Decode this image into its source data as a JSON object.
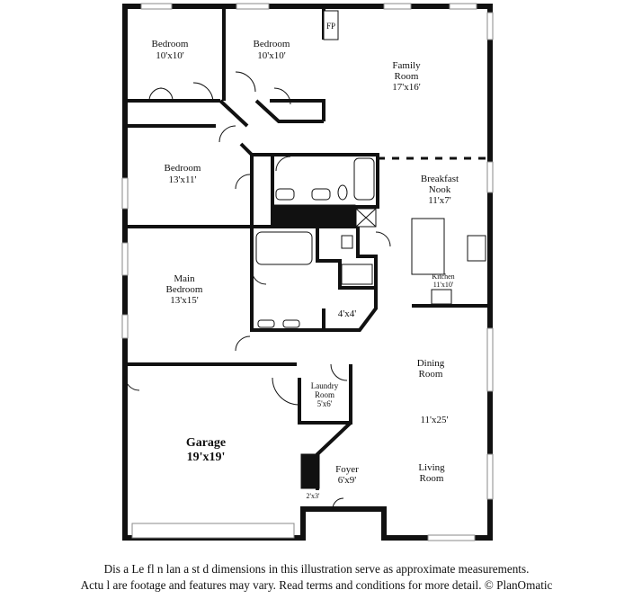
{
  "rooms": {
    "bedroom_1": {
      "name": "Bedroom",
      "dim": "10'x10'"
    },
    "bedroom_2": {
      "name": "Bedroom",
      "dim": "10'x10'"
    },
    "family_room": {
      "name_1": "Family",
      "name_2": "Room",
      "dim": "17'x16'"
    },
    "fireplace": {
      "label": "FP"
    },
    "bedroom_3": {
      "name": "Bedroom",
      "dim": "13'x11'"
    },
    "breakfast_nook": {
      "name_1": "Breakfast",
      "name_2": "Nook",
      "dim": "11'x7'"
    },
    "main_bedroom": {
      "name_1": "Main",
      "name_2": "Bedroom",
      "dim": "13'x15'"
    },
    "kitchen": {
      "name": "Kitchen",
      "dim": "11'x10'"
    },
    "closet": {
      "dim": "4'x4'"
    },
    "dining_room": {
      "name_1": "Dining",
      "name_2": "Room"
    },
    "dining_living_dim": "11'x25'",
    "laundry": {
      "name_1": "Laundry",
      "name_2": "Room",
      "dim": "5'x6'"
    },
    "garage": {
      "name": "Garage",
      "dim": "19'x19'"
    },
    "foyer": {
      "name": "Foyer",
      "dim": "6'x9'"
    },
    "living_room": {
      "name_1": "Living",
      "name_2": "Room"
    },
    "coat_closet": {
      "dim": "2'x3'"
    }
  },
  "disclaimer": {
    "line_1": "Dis      a  Le fl  n  lan a  st  d dimensions in this illustration serve as approximate measurements.",
    "line_2": "Actu  l  are footage and features may vary. Read terms and conditions for more detail. © PlanOmatic"
  },
  "colors": {
    "wall": "#111111",
    "window": "#888888",
    "background": "#ffffff"
  }
}
